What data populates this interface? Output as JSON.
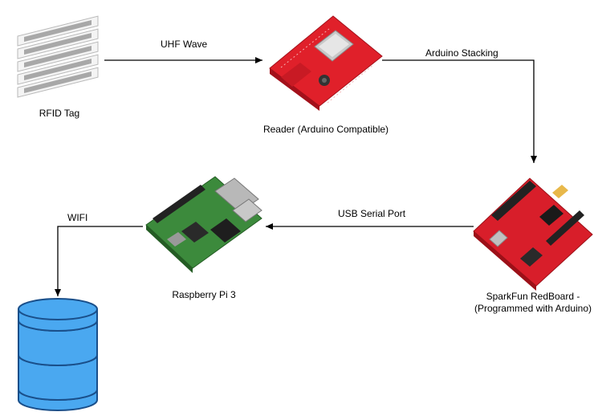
{
  "nodes": {
    "rfid_tag": {
      "label": "RFID Tag",
      "icon": "rfid-tag-strips-icon"
    },
    "reader": {
      "label": "Reader (Arduino Compatible)",
      "icon": "rfid-reader-board-icon",
      "color": "#e0202a"
    },
    "redboard": {
      "label_line1": "SparkFun RedBoard -",
      "label_line2": "(Programmed with Arduino)",
      "icon": "redboard-icon",
      "color": "#d81e2a"
    },
    "raspberry_pi": {
      "label": "Raspberry Pi 3",
      "icon": "raspberry-pi-board-icon",
      "color": "#3c8a3c"
    },
    "database": {
      "icon": "database-cylinder-icon",
      "fill": "#4aa8f0",
      "stroke": "#1a4f8a"
    }
  },
  "edges": {
    "tag_to_reader": "UHF Wave",
    "reader_to_redboard": "Arduino Stacking",
    "redboard_to_pi": "USB Serial Port",
    "pi_to_database": "WIFI"
  }
}
